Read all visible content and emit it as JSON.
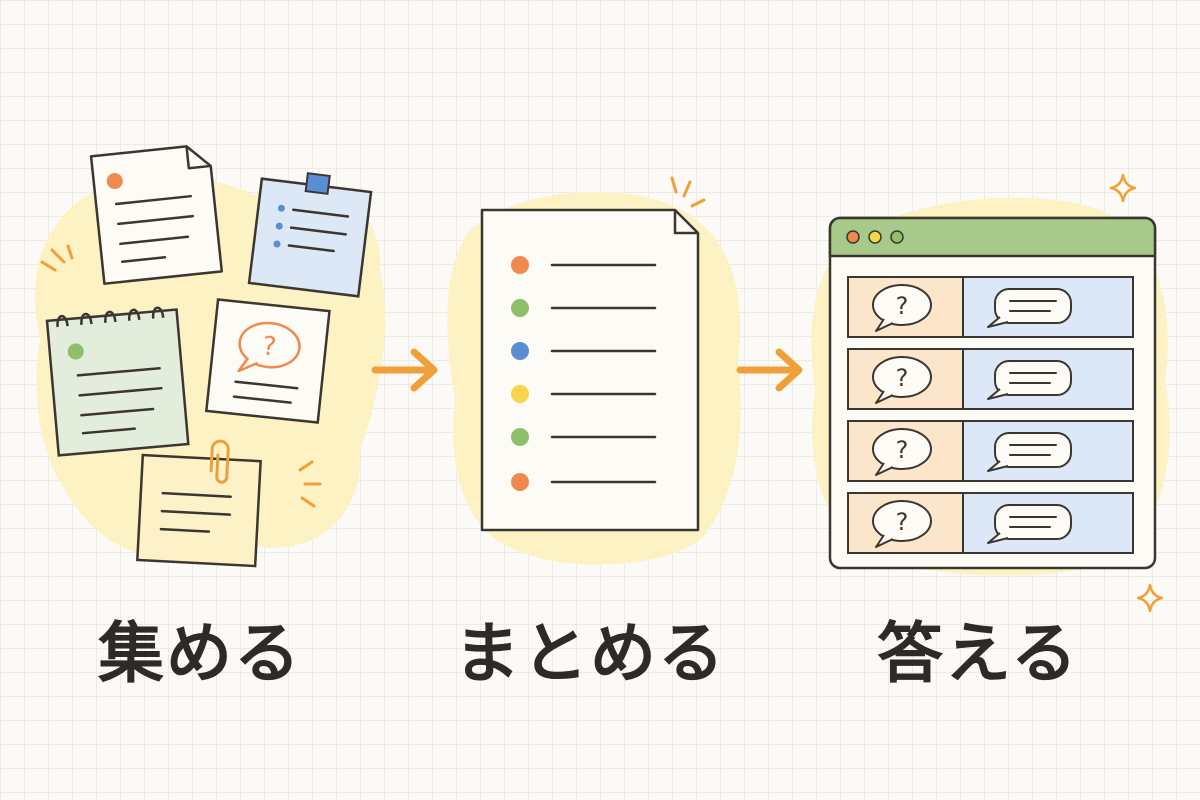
{
  "steps": [
    {
      "id": "collect",
      "label": "集める"
    },
    {
      "id": "organize",
      "label": "まとめる"
    },
    {
      "id": "answer",
      "label": "答える"
    }
  ],
  "question_mark": "?",
  "colors": {
    "outline": "#3b3630",
    "blob": "#fdf2c4",
    "arrow": "#f0a038",
    "orange_dot": "#ee8a4e",
    "green_dot": "#8fbf6b",
    "blue_dot": "#5a8ed4",
    "yellow_dot": "#f7d54a",
    "browser_bar": "#a7c98a",
    "question_cell": "#fbe6cc",
    "answer_cell": "#dce8f8",
    "blue_note": "#dde8f6",
    "green_note": "#e3eddc",
    "yellow_note": "#fdf1c7",
    "paper": "#fdfbf5"
  },
  "icons": [
    "document-icon",
    "sticky-note-icon",
    "notepad-icon",
    "question-bubble-icon",
    "clip-icon",
    "arrow-right-icon",
    "list-document-icon",
    "browser-window-icon",
    "sparkle-icon",
    "answer-bubble-icon"
  ]
}
